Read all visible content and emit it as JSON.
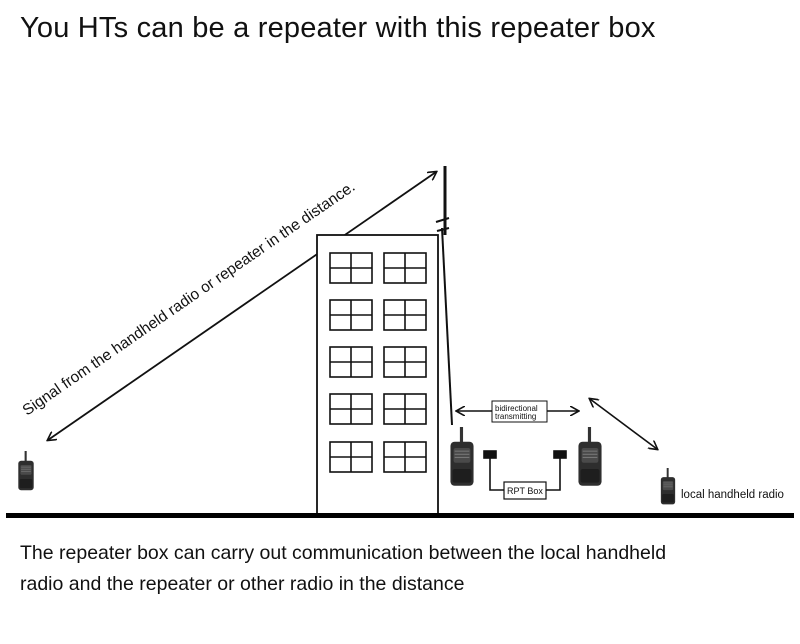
{
  "title": "You HTs can be a repeater with this repeater box",
  "signal_label": "Signal from the handheld radio or repeater in the distance.",
  "bidirectional_label": [
    "bidirectional",
    "transmitting"
  ],
  "rpt_box_label": "RPT Box",
  "local_radio_label": "local handheld radio",
  "caption": [
    "The repeater box can carry out communication between the local handheld",
    "radio and the repeater or other radio in the distance"
  ],
  "colors": {
    "ink": "#111111",
    "ground": "#000000",
    "radio_body": "#2e2e2e"
  },
  "icons": [
    "handheld-radio-icon",
    "building-icon",
    "antenna-icon",
    "rpt-box-icon"
  ]
}
